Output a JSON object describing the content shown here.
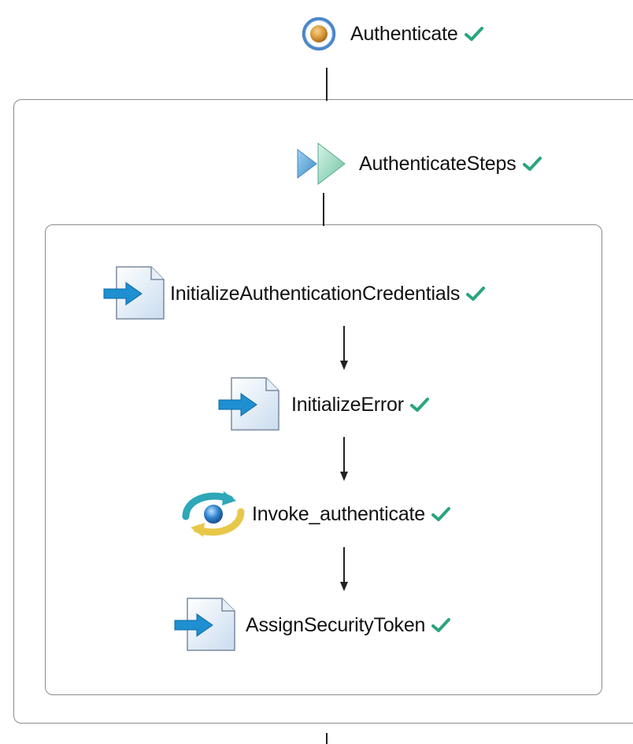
{
  "diagram": {
    "start_node": {
      "label": "Authenticate",
      "icon": "start-event-icon",
      "status": "valid"
    },
    "sequence_scope": {
      "label": "AuthenticateSteps",
      "icon": "sequence-icon",
      "status": "valid"
    },
    "activities": [
      {
        "label": "InitializeAuthenticationCredentials",
        "icon": "assign-icon",
        "status": "valid"
      },
      {
        "label": "InitializeError",
        "icon": "assign-icon",
        "status": "valid"
      },
      {
        "label": "Invoke_authenticate",
        "icon": "invoke-icon",
        "status": "valid"
      },
      {
        "label": "AssignSecurityToken",
        "icon": "assign-icon",
        "status": "valid"
      }
    ],
    "colors": {
      "check": "#2aa57a",
      "border": "#8c8c8c",
      "connector": "#222222",
      "arrow_blue": "#1e8fd0",
      "start_ring": "#4a86c8",
      "start_core": "#d99a3a"
    }
  }
}
